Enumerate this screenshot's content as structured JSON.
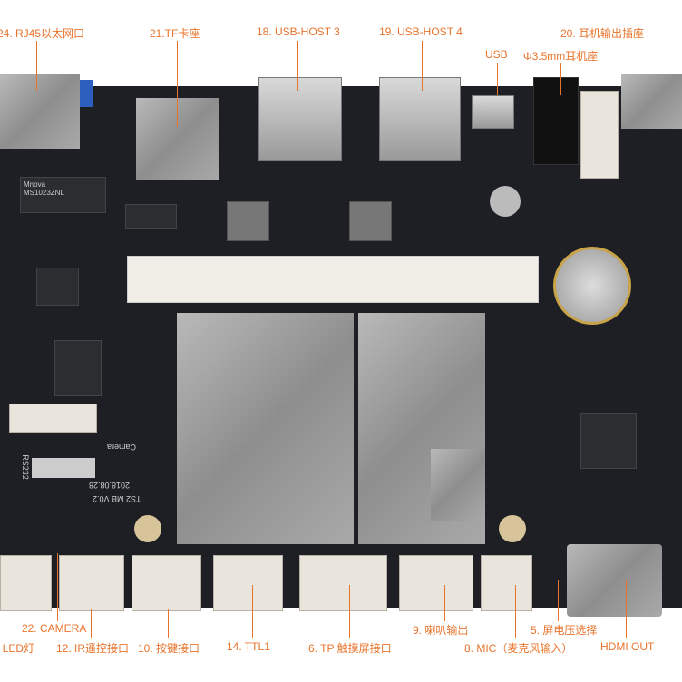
{
  "labels": {
    "rj45": "24. RJ45以太网口",
    "tf": "21.TF卡座",
    "usb3": "18. USB-HOST 3",
    "usb4": "19. USB-HOST 4",
    "usb": "USB",
    "jack": "Φ3.5mm耳机座",
    "earphone": "20. 耳机输出插座",
    "camera": "22. CAMERA",
    "led": ". LED灯",
    "ir": "12. IR遥控接口",
    "key": "10. 按键接口",
    "ttl": "14. TTL1",
    "tp": "6. TP 触摸屏接口",
    "speaker": "9. 喇叭输出",
    "mic": "8. MIC（麦克风输入）",
    "voltage": "5. 屏电压选择",
    "hdmi": "HDMI OUT"
  },
  "board": {
    "silk_model": "TS2 MB V0.2",
    "silk_date": "2018.08.28",
    "chip_brand": "Mnova",
    "chip_model": "MS1023ZNL",
    "rs232": "RS232",
    "camera_silk": "Camera"
  },
  "colors": {
    "label": "#e8742c",
    "board": "#1d1f24"
  }
}
